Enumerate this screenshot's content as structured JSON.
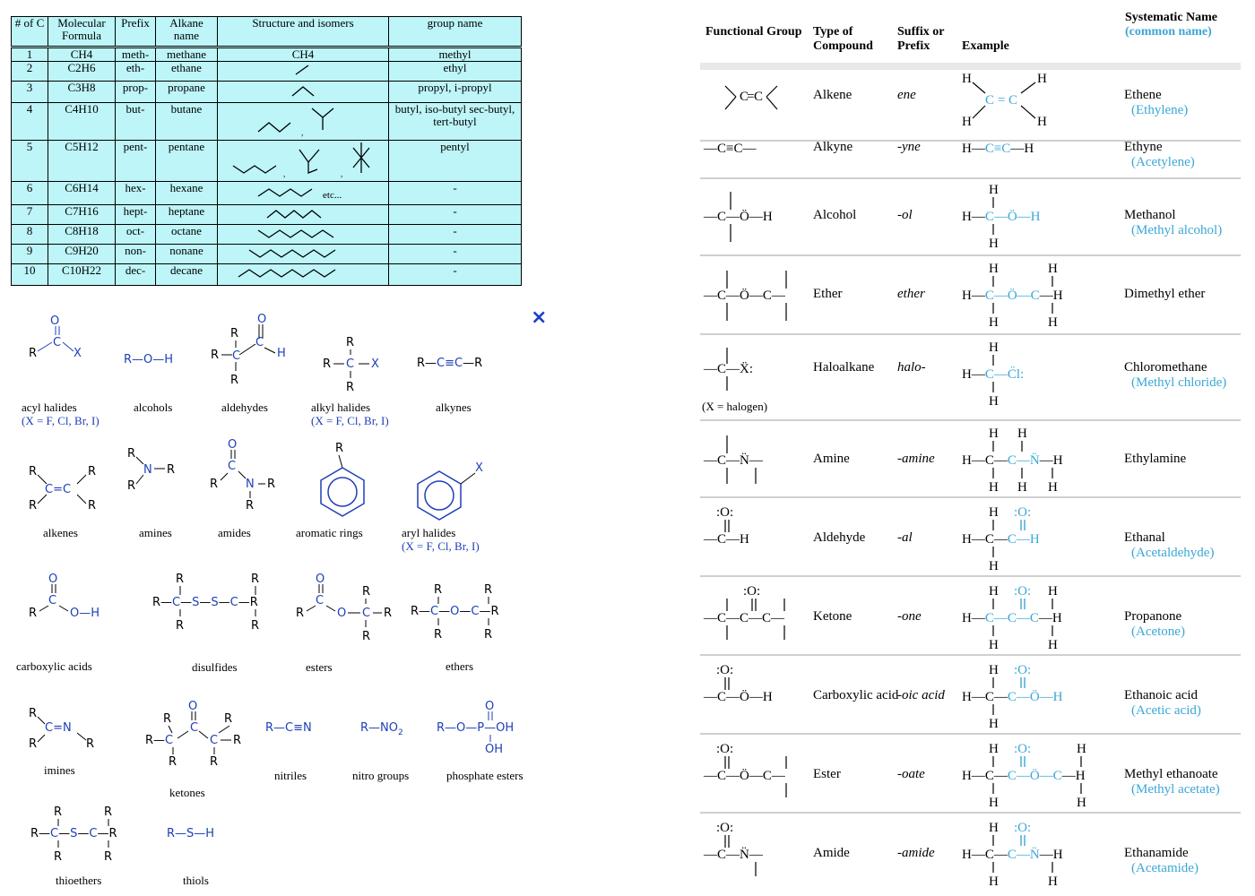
{
  "alkane_table": {
    "headers": [
      "# of C",
      "Molecular Formula",
      "Prefix",
      "Alkane name",
      "Structure and isomers",
      "group name"
    ],
    "rows": [
      {
        "n": "1",
        "formula": "CH4",
        "prefix": "meth-",
        "name": "methane",
        "structure": "CH4",
        "group": "methyl"
      },
      {
        "n": "2",
        "formula": "C2H6",
        "prefix": "eth-",
        "name": "ethane",
        "structure": "",
        "group": "ethyl"
      },
      {
        "n": "3",
        "formula": "C3H8",
        "prefix": "prop-",
        "name": "propane",
        "structure": "",
        "group": "propyl, i-propyl"
      },
      {
        "n": "4",
        "formula": "C4H10",
        "prefix": "but-",
        "name": "butane",
        "structure": "",
        "group": "butyl, iso-butyl sec-butyl, tert-butyl"
      },
      {
        "n": "5",
        "formula": "C5H12",
        "prefix": "pent-",
        "name": "pentane",
        "structure": "",
        "group": "pentyl"
      },
      {
        "n": "6",
        "formula": "C6H14",
        "prefix": "hex-",
        "name": "hexane",
        "structure": "etc...",
        "group": "-"
      },
      {
        "n": "7",
        "formula": "C7H16",
        "prefix": "hept-",
        "name": "heptane",
        "structure": "",
        "group": "-"
      },
      {
        "n": "8",
        "formula": "C8H18",
        "prefix": "oct-",
        "name": "octane",
        "structure": "",
        "group": "-"
      },
      {
        "n": "9",
        "formula": "C9H20",
        "prefix": "non-",
        "name": "nonane",
        "structure": "",
        "group": "-"
      },
      {
        "n": "10",
        "formula": "C10H22",
        "prefix": "dec-",
        "name": "decane",
        "structure": "",
        "group": "-"
      }
    ]
  },
  "close_icon": "×",
  "groups": {
    "acyl_halides": {
      "label": "acyl halides",
      "note": "(X = F, Cl, Br, I)"
    },
    "alcohols": {
      "label": "alcohols"
    },
    "aldehydes": {
      "label": "aldehydes"
    },
    "alkyl_halides": {
      "label": "alkyl halides",
      "note": "(X = F, Cl, Br, I)"
    },
    "alkynes": {
      "label": "alkynes"
    },
    "alkenes": {
      "label": "alkenes"
    },
    "amines": {
      "label": "amines"
    },
    "amides": {
      "label": "amides"
    },
    "aromatic_rings": {
      "label": "aromatic rings"
    },
    "aryl_halides": {
      "label": "aryl halides",
      "note": "(X = F, Cl, Br, I)"
    },
    "carboxylic_acids": {
      "label": "carboxylic acids"
    },
    "disulfides": {
      "label": "disulfides"
    },
    "esters": {
      "label": "esters"
    },
    "ethers": {
      "label": "ethers"
    },
    "imines": {
      "label": "imines"
    },
    "ketones": {
      "label": "ketones"
    },
    "nitriles": {
      "label": "nitriles"
    },
    "nitro_groups": {
      "label": "nitro groups"
    },
    "phosphate_esters": {
      "label": "phosphate esters"
    },
    "thioethers": {
      "label": "thioethers"
    },
    "thiols": {
      "label": "thiols"
    }
  },
  "fg_table": {
    "headers": {
      "functional_group": "Functional Group",
      "type": "Type of Compound",
      "suffix": "Suffix or Prefix",
      "example": "Example",
      "systematic": "Systematic Name",
      "common": "(common name)"
    },
    "rows": [
      {
        "type": "Alkene",
        "suffix": "ene",
        "name": "Ethene",
        "common": "(Ethylene)"
      },
      {
        "type": "Alkyne",
        "suffix": "-yne",
        "name": "Ethyne",
        "common": "(Acetylene)"
      },
      {
        "type": "Alcohol",
        "suffix": "-ol",
        "name": "Methanol",
        "common": "(Methyl alcohol)"
      },
      {
        "type": "Ether",
        "suffix": "ether",
        "name": "Dimethyl ether",
        "common": ""
      },
      {
        "type": "Haloalkane",
        "suffix": "halo-",
        "name": "Chloromethane",
        "common": "(Methyl chloride)",
        "note": "(X = halogen)"
      },
      {
        "type": "Amine",
        "suffix": "-amine",
        "name": "Ethylamine",
        "common": ""
      },
      {
        "type": "Aldehyde",
        "suffix": "-al",
        "name": "Ethanal",
        "common": "(Acetaldehyde)"
      },
      {
        "type": "Ketone",
        "suffix": "-one",
        "name": "Propanone",
        "common": "(Acetone)"
      },
      {
        "type": "Carboxylic acid",
        "suffix": "-oic acid",
        "name": "Ethanoic acid",
        "common": "(Acetic acid)"
      },
      {
        "type": "Ester",
        "suffix": "-oate",
        "name": "Methyl ethanoate",
        "common": "(Methyl acetate)"
      },
      {
        "type": "Amide",
        "suffix": "-amide",
        "name": "Ethanamide",
        "common": "(Acetamide)"
      }
    ]
  }
}
